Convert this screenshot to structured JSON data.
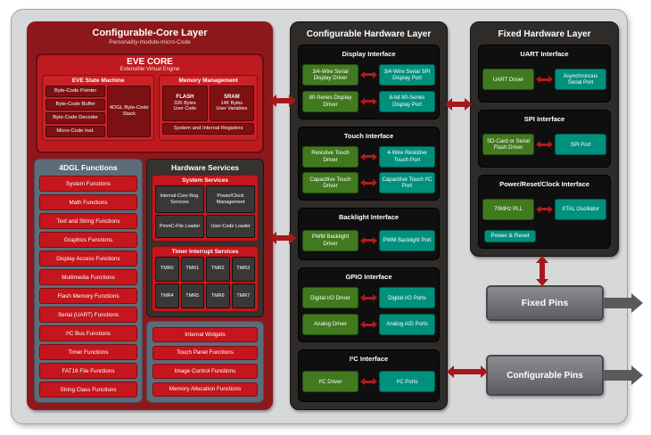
{
  "colors": {
    "red": "#c4161c",
    "maroon": "#8d181c",
    "green": "#41791f",
    "teal": "#00907e",
    "dark_layer": "#2e2b29",
    "pins_gray": "#6d6f72",
    "frame_gray": "#d7d8da"
  },
  "core": {
    "title": "Configurable-Core Layer",
    "subtitle": "Personality-module-micro-Code",
    "eve": {
      "title": "EVE CORE",
      "subtitle": "Extensible Virtual Engine",
      "state_machine": {
        "title": "EVE State Machine",
        "items": [
          "Byte-Code Pointer",
          "Byte-Code Buffer",
          "Byte-Code Decoder",
          "Micro-Code Inst."
        ],
        "stack": "4DGL Byte-Code Stack"
      },
      "memory": {
        "title": "Memory Management",
        "flash": {
          "name": "FLASH",
          "line1": "32K Bytes",
          "line2": "User Code"
        },
        "sram": {
          "name": "SRAM",
          "line1": "14K Bytes",
          "line2": "User Variables"
        },
        "registers": "System and Internal Registers"
      }
    },
    "fdgl": {
      "title": "4DGL Functions",
      "items": [
        "System Functions",
        "Math Functions",
        "Text and String Functions",
        "Graphics Functions",
        "Display Access Functions",
        "Multimedia Functions",
        "Flash Memory Functions",
        "Serial (UART) Functions",
        "I²C Bus Functions",
        "Timer Functions",
        "FAT16 File Functions",
        "String Class Functions"
      ]
    },
    "hw_services": {
      "title": "Hardware Services",
      "system_services": {
        "title": "System Services",
        "items": [
          "Internal-Core Reg. Services",
          "Power/Clock Management",
          "PmmC-File Loader",
          "User-Code Loader"
        ]
      },
      "timers": {
        "title": "Timer Interrupt Services",
        "items": [
          "TMR0",
          "TMR1",
          "TMR2",
          "TMR3",
          "TMR4",
          "TMR5",
          "TMR6",
          "TMR7"
        ]
      }
    },
    "widgets": {
      "items": [
        "Internal Widgets",
        "Touch Panel Functions",
        "Image Control Functions",
        "Memory Allocation Functions"
      ]
    }
  },
  "hw_layer": {
    "title": "Configurable Hardware Layer",
    "sections": [
      {
        "title": "Display Interface",
        "rows": [
          {
            "driver": "3/4-Wire Serial Display Driver",
            "port": "3/4-Wire Serial SPI Display Port"
          },
          {
            "driver": "80-Series Display Driver",
            "port": "8-bit 80-Series Display Port"
          }
        ]
      },
      {
        "title": "Touch Interface",
        "rows": [
          {
            "driver": "Resistive Touch Driver",
            "port": "4-Wire Resistive Touch Port"
          },
          {
            "driver": "Capacitive Touch Driver",
            "port": "Capacitive Touch I²C Port"
          }
        ]
      },
      {
        "title": "Backlight Interface",
        "rows": [
          {
            "driver": "PWM Backlight Driver",
            "port": "PWM Backlight Port"
          }
        ]
      },
      {
        "title": "GPIO Interface",
        "rows": [
          {
            "driver": "Digital I/O Driver",
            "port": "Digital I/O Ports"
          },
          {
            "driver": "Analog Driver",
            "port": "Analog A/D Ports"
          }
        ]
      },
      {
        "title": "I²C Interface",
        "rows": [
          {
            "driver": "I²C Driver",
            "port": "I²C Ports"
          }
        ]
      }
    ]
  },
  "fixed_layer": {
    "title": "Fixed Hardware Layer",
    "sections": [
      {
        "title": "UART Interface",
        "rows": [
          {
            "driver": "UART Driver",
            "port": "Asynchronous Serial Port"
          }
        ]
      },
      {
        "title": "SPI Interface",
        "rows": [
          {
            "driver": "SD-Card or Serial Flash Driver",
            "port": "SPI Port"
          }
        ]
      },
      {
        "title": "Power/Reset/Clock Interface",
        "rows": [
          {
            "driver": "70MHz PLL",
            "port": "XTAL Oscillator"
          }
        ],
        "footer": "Power & Reset"
      }
    ]
  },
  "pins": {
    "fixed": "Fixed Pins",
    "configurable": "Configurable Pins"
  }
}
